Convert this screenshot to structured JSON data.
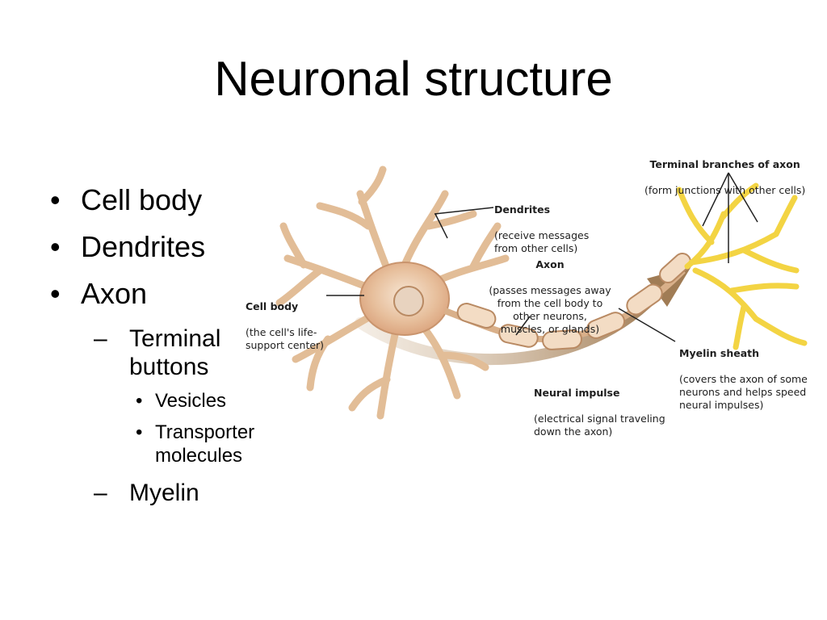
{
  "slide": {
    "title": "Neuronal structure"
  },
  "bullets": {
    "cell_body": "Cell body",
    "dendrites": "Dendrites",
    "axon": "Axon",
    "terminal_buttons": "Terminal\nbuttons",
    "vesicles": "Vesicles",
    "transporter_molecules": "Transporter\nmolecules",
    "myelin": "Myelin"
  },
  "diagram": {
    "terminal_branches": {
      "title": "Terminal branches of axon",
      "desc": "(form junctions with other cells)"
    },
    "dendrites": {
      "title": "Dendrites",
      "desc": "(receive messages\nfrom other cells)"
    },
    "axon": {
      "title": "Axon",
      "desc": "(passes messages away\nfrom the cell body to\nother neurons,\nmuscles, or glands)"
    },
    "cell_body": {
      "title": "Cell body",
      "desc": "(the cell's life-\nsupport center)"
    },
    "myelin_sheath": {
      "title": "Myelin sheath",
      "desc": "(covers the axon of some\nneurons and helps speed\nneural impulses)"
    },
    "neural_impulse": {
      "title": "Neural impulse",
      "desc": "(electrical signal traveling\ndown the axon)"
    },
    "colors": {
      "neuron": "#e9c9a6",
      "neuron_edge": "#b98a63",
      "nucleus": "#e8d3bf",
      "myelin": "#f3dcc4",
      "terminal": "#f3d443",
      "arrow": "#a98a63"
    }
  }
}
